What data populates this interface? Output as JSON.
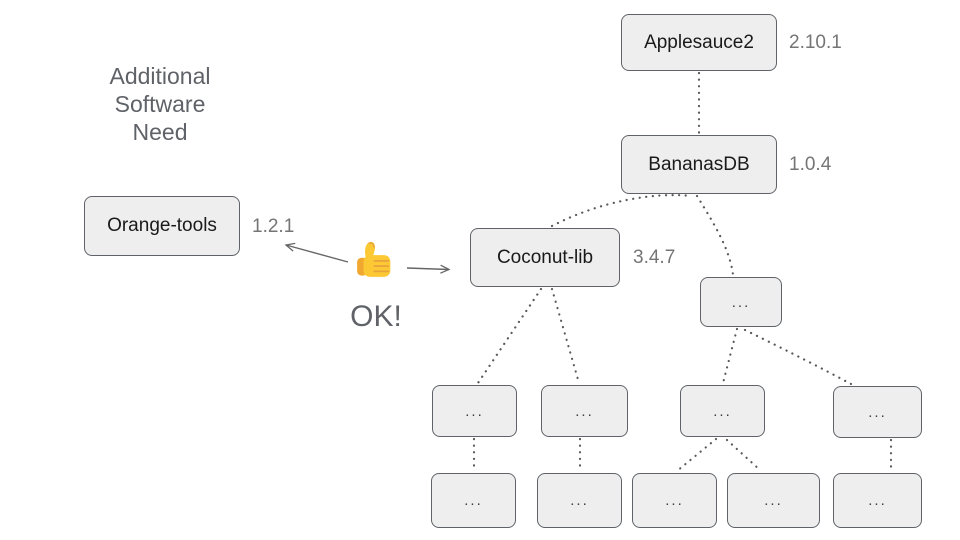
{
  "note": {
    "lines": [
      "Additional",
      "Software",
      "Need"
    ]
  },
  "approval": {
    "label": "OK!",
    "emoji": "thumbs-up"
  },
  "ellipsis": "...",
  "nodes": {
    "applesauce2": {
      "label": "Applesauce2",
      "version": "2.10.1"
    },
    "bananasdb": {
      "label": "BananasDB",
      "version": "1.0.4"
    },
    "orange_tools": {
      "label": "Orange-tools",
      "version": "1.2.1"
    },
    "coconut_lib": {
      "label": "Coconut-lib",
      "version": "3.4.7"
    }
  },
  "colors": {
    "box_fill": "#eeeeee",
    "box_border": "#5f6368",
    "label_text": "#1a1a1a",
    "version_text": "#757575",
    "note_text": "#5f6368",
    "connector": "#595959",
    "arrow": "#666666",
    "emoji_yellow": "#fcc934",
    "emoji_crease": "#e8a33d"
  }
}
